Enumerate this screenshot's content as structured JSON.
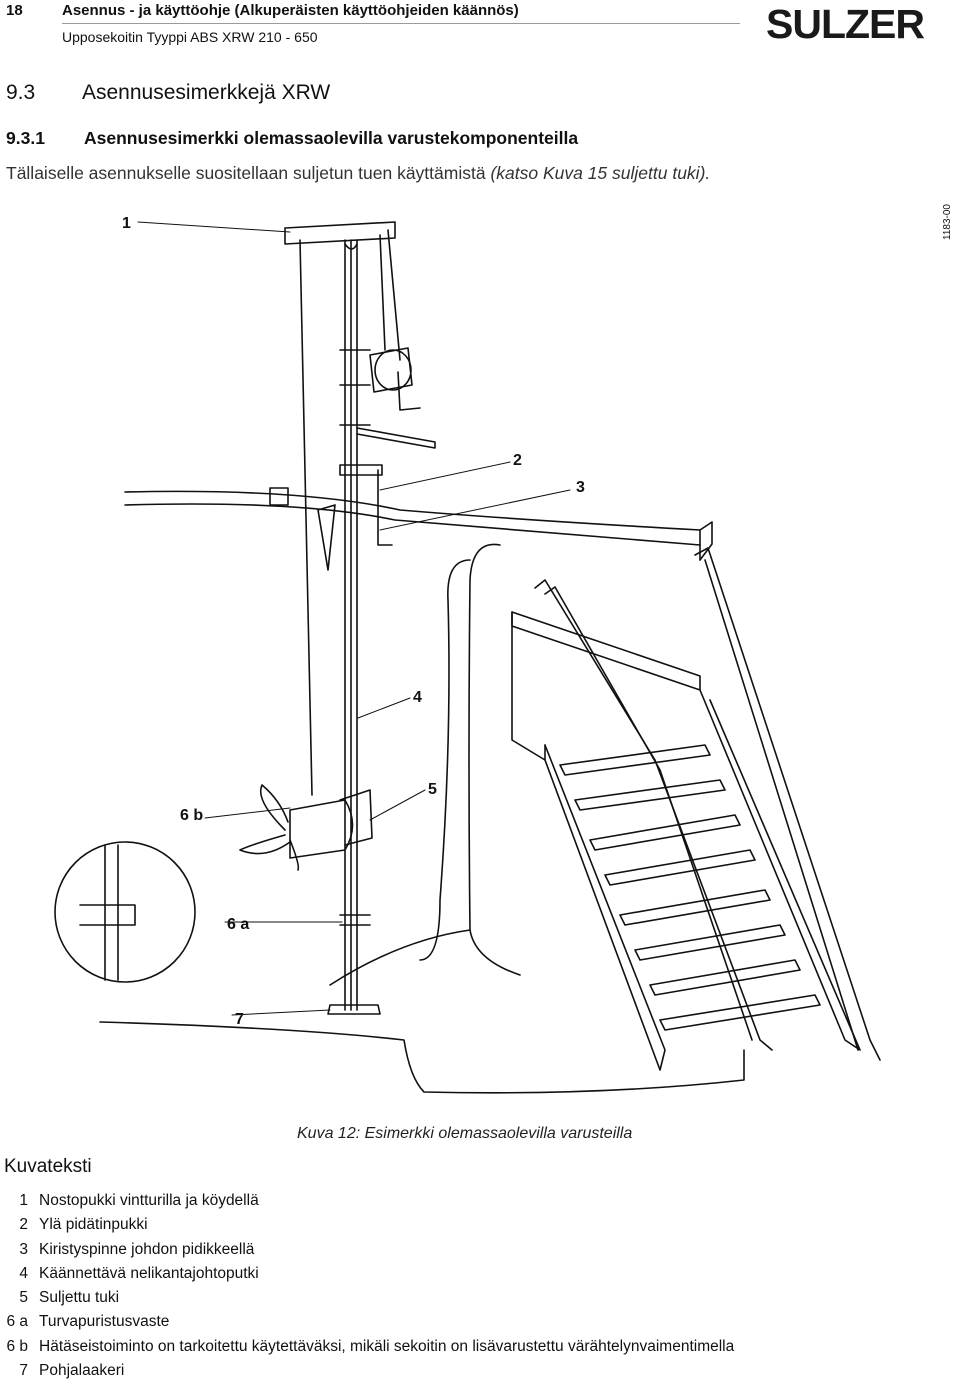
{
  "header": {
    "page_number": "18",
    "title": "Asennus - ja käyttöohje (Alkuperäisten käyttöohjeiden käännös)",
    "subtitle": "Upposekoitin Tyyppi ABS XRW 210 - 650",
    "logo_text": "SULZER"
  },
  "section": {
    "number": "9.3",
    "title": "Asennusesimerkkejä XRW"
  },
  "subsection": {
    "number": "9.3.1",
    "title": "Asennusesimerkki olemassaolevilla varustekomponenteilla"
  },
  "intro": {
    "text": "Tällaiselle asennukselle suositellaan suljetun tuen käyttämistä ",
    "ref": "(katso Kuva 15 suljettu tuki)."
  },
  "figure": {
    "id": "1183-00",
    "labels": {
      "l1": "1",
      "l2": "2",
      "l3": "3",
      "l4": "4",
      "l5": "5",
      "l6b": "6 b",
      "l6a": "6 a",
      "l7": "7"
    },
    "caption": "Kuva 12: Esimerkki olemassaolevilla varusteilla"
  },
  "legend": {
    "heading": "Kuvateksti",
    "items": [
      {
        "key": "1",
        "text": "Nostopukki vintturilla ja köydellä"
      },
      {
        "key": "2",
        "text": "Ylä pidätinpukki"
      },
      {
        "key": "3",
        "text": "Kiristyspinne johdon pidikkeellä"
      },
      {
        "key": "4",
        "text": "Käännettävä nelikantajohtoputki"
      },
      {
        "key": "5",
        "text": "Suljettu tuki"
      },
      {
        "key": "6 a",
        "text": "Turvapuristusvaste"
      },
      {
        "key": "6 b",
        "text": "Hätäseistoiminto on tarkoitettu käytettäväksi, mikäli sekoitin on lisävarustettu värähtelynvaimentimella"
      },
      {
        "key": "7",
        "text": "Pohjalaakeri"
      }
    ]
  }
}
